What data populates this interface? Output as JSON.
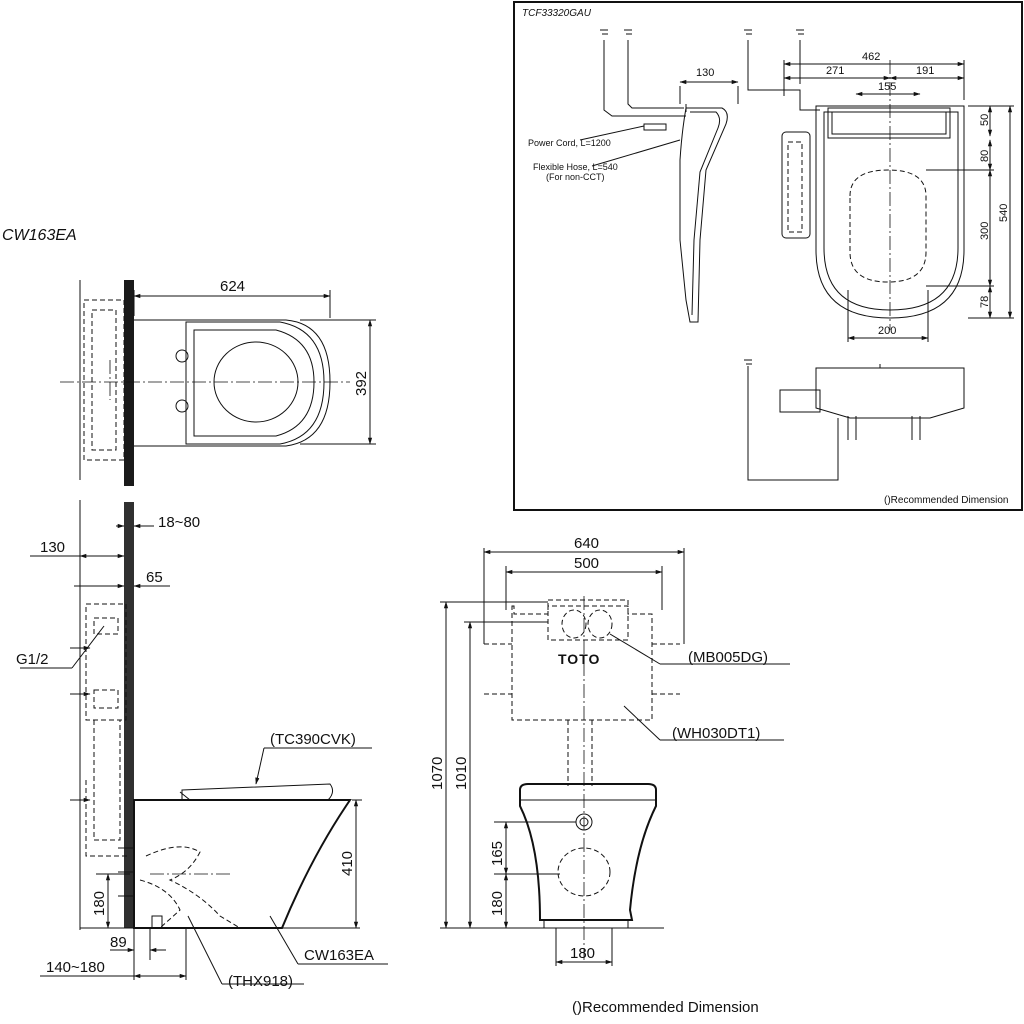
{
  "titles": {
    "main_model": "CW163EA",
    "seat_model": "TCF33320GAU"
  },
  "seat_detail": {
    "power_cord": "Power Cord, L=1200",
    "flexible_hose": "Flexible Hose, L=540",
    "for_non_cct": "(For non-CCT)",
    "dim_130": "130",
    "dim_462": "462",
    "dim_271": "271",
    "dim_191": "191",
    "dim_155": "155",
    "dim_50": "50",
    "dim_80": "80",
    "dim_540": "540",
    "dim_300": "300",
    "dim_78": "78",
    "dim_200": "200",
    "note": "()Recommended Dimension"
  },
  "top_view": {
    "dim_624": "624",
    "dim_392": "392"
  },
  "side_view": {
    "dim_18_80": "18~80",
    "dim_130": "130",
    "dim_65": "65",
    "g12": "G1/2",
    "seat_ref": "(TC390CVK)",
    "dim_410": "410",
    "dim_180": "180",
    "dim_89": "89",
    "dim_140_180": "140~180",
    "bowl_label": "CW163EA",
    "trap_ref": "(THX918)"
  },
  "front_view": {
    "dim_640": "640",
    "dim_500": "500",
    "plate_ref": "(MB005DG)",
    "frame_ref": "(WH030DT1)",
    "logo": "TOTO",
    "dim_1070": "1070",
    "dim_1010": "1010",
    "dim_165": "165",
    "dim_180_h": "180",
    "dim_180_w": "180"
  },
  "footer_note": "()Recommended Dimension"
}
